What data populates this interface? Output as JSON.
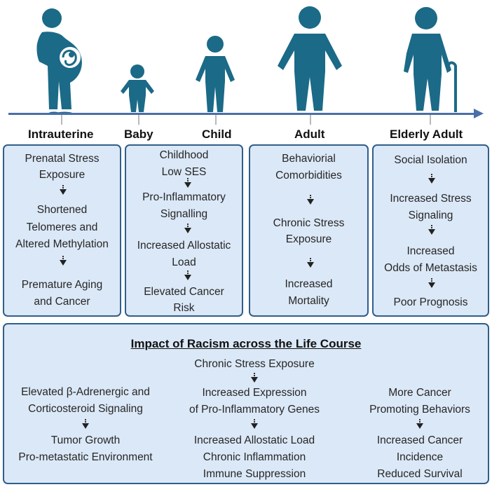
{
  "stages": [
    "Intrauterine",
    "Baby",
    "Child",
    "Adult",
    "Elderly Adult"
  ],
  "figure_icons": [
    "pregnant-woman-icon",
    "baby-icon",
    "child-icon",
    "adult-icon",
    "elderly-adult-icon"
  ],
  "colors": {
    "figure": "#1b6a87",
    "timeline": "#4a6ea9",
    "box_fill": "#dbe8f7",
    "box_border": "#2f5f8a"
  },
  "intrauterine": [
    "Prenatal Stress",
    "Exposure",
    "Shortened",
    "Telomeres and",
    "Altered Methylation",
    "Premature Aging",
    "and Cancer"
  ],
  "child": [
    "Childhood",
    "Low SES",
    "Pro-Inflammatory",
    "Signalling",
    "Increased Allostatic",
    "Load",
    "Elevated Cancer",
    "Risk"
  ],
  "adult": [
    "Behaviorial",
    "Comorbidities",
    "Chronic Stress",
    "Exposure",
    "Increased",
    "Mortality"
  ],
  "elderly": [
    "Social Isolation",
    "Increased Stress",
    "Signaling",
    "Increased",
    "Odds of Metastasis",
    "Poor Prognosis"
  ],
  "racism": {
    "title": "Impact of Racism across the Life Course",
    "left": [
      "Elevated β-Adrenergic and",
      "Corticosteroid Signaling",
      "Tumor Growth",
      "Pro-metastatic Environment"
    ],
    "center": [
      "Chronic Stress Exposure",
      "Increased Expression",
      "of Pro-Inflammatory Genes",
      "Increased Allostatic Load",
      "Chronic Inflammation",
      "Immune Suppression"
    ],
    "right": [
      "More Cancer",
      "Promoting Behaviors",
      "Increased Cancer",
      "Incidence",
      "Reduced Survival"
    ]
  }
}
